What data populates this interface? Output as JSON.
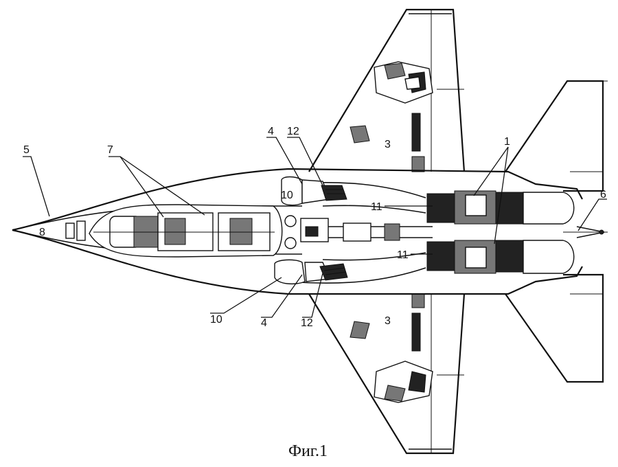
{
  "caption": "Фиг.1",
  "callouts": {
    "n1": "1",
    "n3_top": "3",
    "n3_bottom": "3",
    "n4_top": "4",
    "n4_bottom": "4",
    "n5": "5",
    "n6": "6",
    "n7": "7",
    "n8": "8",
    "n10_top": "10",
    "n10_bottom": "10",
    "n11_top": "11",
    "n11_bottom": "11",
    "n12_top": "12",
    "n12_bottom": "12"
  }
}
